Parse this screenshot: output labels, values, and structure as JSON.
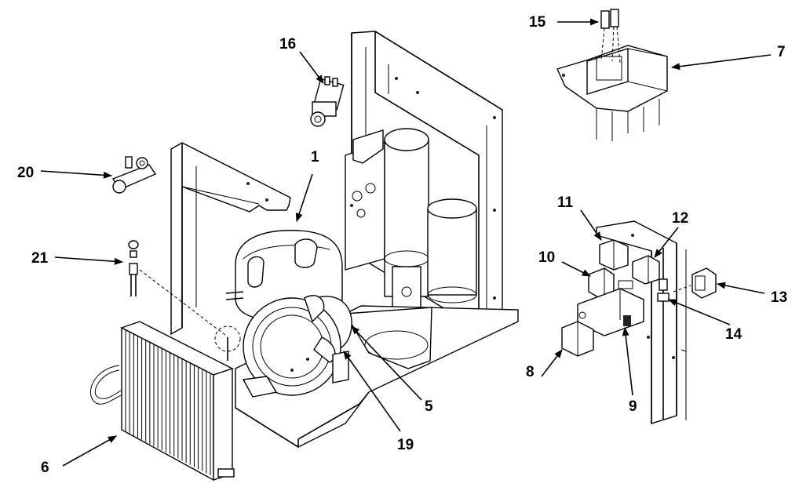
{
  "callouts": [
    {
      "id": "1",
      "label": "1"
    },
    {
      "id": "5",
      "label": "5"
    },
    {
      "id": "6",
      "label": "6"
    },
    {
      "id": "7",
      "label": "7"
    },
    {
      "id": "8",
      "label": "8"
    },
    {
      "id": "9",
      "label": "9"
    },
    {
      "id": "10",
      "label": "10"
    },
    {
      "id": "11",
      "label": "11"
    },
    {
      "id": "12",
      "label": "12"
    },
    {
      "id": "13",
      "label": "13"
    },
    {
      "id": "14",
      "label": "14"
    },
    {
      "id": "15",
      "label": "15"
    },
    {
      "id": "16",
      "label": "16"
    },
    {
      "id": "19",
      "label": "19"
    },
    {
      "id": "20",
      "label": "20"
    },
    {
      "id": "21",
      "label": "21"
    }
  ]
}
